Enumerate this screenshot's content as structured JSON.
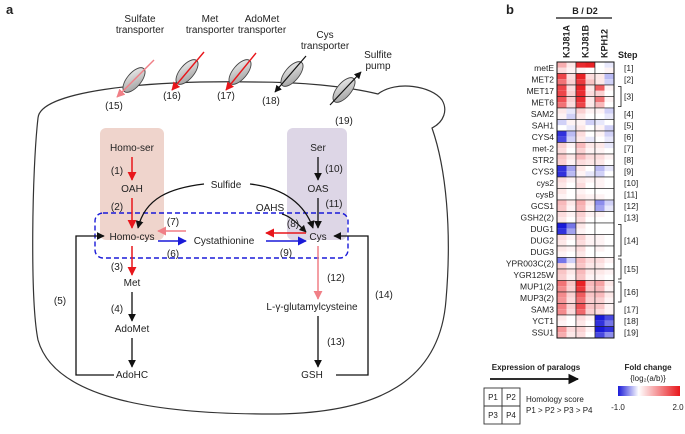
{
  "panels": {
    "a": "a",
    "b": "b"
  },
  "transporters": {
    "sulfate": {
      "line1": "Sulfate",
      "line2": "transporter",
      "step": "(15)"
    },
    "met": {
      "line1": "Met",
      "line2": "transporter",
      "step": "(16)"
    },
    "adomet": {
      "line1": "AdoMet",
      "line2": "transporter",
      "step": "(17)"
    },
    "cys": {
      "line1": "Cys",
      "line2": "transporter",
      "step": "(18)"
    },
    "sulfite": {
      "line1": "Sulfite",
      "line2": "pump",
      "step": "(19)"
    }
  },
  "metabolites": {
    "homoser": "Homo-ser",
    "oah": "OAH",
    "homocys": "Homo-cys",
    "met": "Met",
    "adomet": "AdoMet",
    "adohc": "AdoHC",
    "ser": "Ser",
    "oas": "OAS",
    "cys": "Cys",
    "sulfide": "Sulfide",
    "oahs": "OAHS",
    "cystathionine": "Cystathionine",
    "glutamylcys": "L-γ-glutamylcysteine",
    "gsh": "GSH"
  },
  "steps": {
    "s1": "(1)",
    "s2": "(2)",
    "s3": "(3)",
    "s4": "(4)",
    "s5": "(5)",
    "s6": "(6)",
    "s7": "(7)",
    "s8": "(8)",
    "s9": "(9)",
    "s10": "(10)",
    "s11": "(11)",
    "s12": "(12)",
    "s13": "(13)",
    "s14": "(14)"
  },
  "heatmap": {
    "group_label": "B / D2",
    "strains": [
      "KJJ81A",
      "KJJ81B",
      "KPH12"
    ],
    "step_header": "Step",
    "rows": [
      {
        "gene": "metE",
        "cells": [
          [
            0.7,
            0.2,
            0.3,
            0.1
          ],
          [
            1.8,
            1.9,
            0.1,
            0.0
          ],
          [
            0.0,
            -0.1,
            0.0,
            0.1
          ]
        ]
      },
      {
        "gene": "MET2",
        "cells": [
          [
            1.6,
            0.3,
            1.2,
            0.4
          ],
          [
            1.9,
            0.3,
            1.7,
            0.5
          ],
          [
            0.2,
            -0.3,
            0.2,
            -0.2
          ]
        ]
      },
      {
        "gene": "MET17",
        "cells": [
          [
            1.6,
            0.3,
            1.6,
            0.4
          ],
          [
            1.9,
            0.2,
            1.8,
            0.3
          ],
          [
            1.4,
            0.1,
            0.4,
            0.0
          ]
        ]
      },
      {
        "gene": "MET6",
        "cells": [
          [
            1.5,
            0.4,
            1.2,
            0.3
          ],
          [
            1.8,
            0.2,
            1.6,
            0.2
          ],
          [
            1.2,
            0.1,
            0.6,
            0.0
          ]
        ]
      },
      {
        "gene": "SAM2",
        "cells": [
          [
            0.2,
            -0.1,
            0.1,
            -0.2
          ],
          [
            0.4,
            0.1,
            0.2,
            0.0
          ],
          [
            0.1,
            -0.2,
            0.0,
            -0.1
          ]
        ]
      },
      {
        "gene": "SAH1",
        "cells": [
          [
            -0.2,
            0.1,
            0.0,
            -0.1
          ],
          [
            0.1,
            -0.2,
            0.2,
            0.0
          ],
          [
            -0.1,
            0.0,
            0.1,
            -0.2
          ]
        ]
      },
      {
        "gene": "CYS4",
        "cells": [
          [
            -0.9,
            -0.3,
            -0.8,
            -0.2
          ],
          [
            0.3,
            0.0,
            0.2,
            -0.1
          ],
          [
            0.1,
            -0.2,
            0.0,
            -0.1
          ]
        ]
      },
      {
        "gene": "met-2",
        "cells": [
          [
            0.4,
            0.1,
            0.3,
            0.0
          ],
          [
            0.6,
            0.2,
            0.4,
            0.1
          ],
          [
            0.2,
            -0.1,
            0.1,
            0.0
          ]
        ]
      },
      {
        "gene": "STR2",
        "cells": [
          [
            0.5,
            0.2,
            0.4,
            0.1
          ],
          [
            0.6,
            0.3,
            0.3,
            0.2
          ],
          [
            0.3,
            0.1,
            0.2,
            0.0
          ]
        ]
      },
      {
        "gene": "CYS3",
        "cells": [
          [
            -0.9,
            -0.4,
            -0.9,
            -0.3
          ],
          [
            0.2,
            0.0,
            0.1,
            -0.1
          ],
          [
            -0.3,
            -0.1,
            -0.2,
            0.0
          ]
        ]
      },
      {
        "gene": "cys2",
        "cells": [
          [
            0.3,
            0.1,
            0.2,
            0.0
          ],
          [
            0.2,
            0.1,
            0.3,
            0.0
          ],
          [
            0.1,
            0.0,
            0.1,
            0.0
          ]
        ]
      },
      {
        "gene": "cysB",
        "cells": [
          [
            0.2,
            0.0,
            0.1,
            0.0
          ],
          [
            0.1,
            0.0,
            0.2,
            0.1
          ],
          [
            0.0,
            0.0,
            0.1,
            0.0
          ]
        ]
      },
      {
        "gene": "GCS1",
        "cells": [
          [
            0.6,
            0.2,
            0.5,
            0.1
          ],
          [
            0.7,
            0.2,
            0.6,
            0.1
          ],
          [
            -0.5,
            -0.2,
            -0.4,
            -0.1
          ]
        ]
      },
      {
        "gene": "GSH2(2)",
        "cells": [
          [
            0.3,
            0.1,
            0.2,
            0.0
          ],
          [
            0.4,
            0.1,
            0.3,
            0.0
          ],
          [
            0.1,
            0.0,
            0.0,
            0.0
          ]
        ]
      },
      {
        "gene": "DUG1",
        "cells": [
          [
            -1.0,
            -0.6,
            -0.9,
            -0.4
          ],
          [
            0.2,
            0.0,
            0.1,
            0.0
          ],
          [
            0.0,
            0.0,
            0.0,
            0.0
          ]
        ]
      },
      {
        "gene": "DUG2",
        "cells": [
          [
            0.3,
            0.1,
            0.2,
            0.0
          ],
          [
            0.4,
            0.1,
            0.3,
            0.1
          ],
          [
            0.1,
            0.0,
            0.1,
            0.0
          ]
        ]
      },
      {
        "gene": "DUG3",
        "cells": [
          [
            0.2,
            0.1,
            0.1,
            0.0
          ],
          [
            0.3,
            0.0,
            0.2,
            0.0
          ],
          [
            0.1,
            0.0,
            0.0,
            0.0
          ]
        ]
      },
      {
        "gene": "YPR003C(2)",
        "cells": [
          [
            -0.6,
            -0.2,
            0.4,
            0.1
          ],
          [
            0.6,
            0.3,
            0.5,
            0.2
          ],
          [
            0.3,
            0.1,
            0.2,
            0.0
          ]
        ]
      },
      {
        "gene": "YGR125W",
        "cells": [
          [
            0.5,
            0.2,
            0.4,
            0.1
          ],
          [
            0.6,
            0.2,
            0.5,
            0.1
          ],
          [
            0.2,
            0.1,
            0.1,
            0.0
          ]
        ]
      },
      {
        "gene": "MUP1(2)",
        "cells": [
          [
            1.2,
            0.5,
            1.0,
            0.4
          ],
          [
            1.9,
            0.6,
            1.7,
            0.5
          ],
          [
            0.8,
            0.2,
            0.6,
            0.1
          ]
        ]
      },
      {
        "gene": "MUP3(2)",
        "cells": [
          [
            1.0,
            0.4,
            0.9,
            0.3
          ],
          [
            1.4,
            0.5,
            1.2,
            0.4
          ],
          [
            0.6,
            0.2,
            0.4,
            0.1
          ]
        ]
      },
      {
        "gene": "SAM3",
        "cells": [
          [
            1.1,
            0.4,
            1.0,
            0.3
          ],
          [
            1.5,
            0.5,
            1.3,
            0.4
          ],
          [
            0.5,
            0.1,
            0.3,
            0.1
          ]
        ]
      },
      {
        "gene": "YCT1",
        "cells": [
          [
            0.2,
            0.0,
            0.1,
            0.0
          ],
          [
            0.3,
            0.1,
            0.2,
            0.0
          ],
          [
            -1.0,
            -0.8,
            -0.9,
            -0.6
          ]
        ]
      },
      {
        "gene": "SSU1",
        "cells": [
          [
            0.9,
            0.3,
            0.7,
            0.2
          ],
          [
            0.4,
            0.1,
            0.3,
            0.0
          ],
          [
            -1.0,
            -0.9,
            -0.8,
            -0.5
          ]
        ]
      }
    ],
    "brackets": [
      {
        "label": "[1]",
        "from": 0,
        "to": 0
      },
      {
        "label": "[2]",
        "from": 1,
        "to": 1
      },
      {
        "label": "[3]",
        "from": 2,
        "to": 3
      },
      {
        "label": "[4]",
        "from": 4,
        "to": 4
      },
      {
        "label": "[5]",
        "from": 5,
        "to": 5
      },
      {
        "label": "[6]",
        "from": 6,
        "to": 6
      },
      {
        "label": "[7]",
        "from": 7,
        "to": 7
      },
      {
        "label": "[8]",
        "from": 8,
        "to": 8
      },
      {
        "label": "[9]",
        "from": 9,
        "to": 9
      },
      {
        "label": "[10]",
        "from": 10,
        "to": 10
      },
      {
        "label": "[11]",
        "from": 11,
        "to": 11
      },
      {
        "label": "[12]",
        "from": 12,
        "to": 12
      },
      {
        "label": "[13]",
        "from": 13,
        "to": 13
      },
      {
        "label": "[14]",
        "from": 14,
        "to": 16
      },
      {
        "label": "[15]",
        "from": 17,
        "to": 18
      },
      {
        "label": "[16]",
        "from": 19,
        "to": 20
      },
      {
        "label": "[17]",
        "from": 21,
        "to": 21
      },
      {
        "label": "[18]",
        "from": 22,
        "to": 22
      },
      {
        "label": "[19]",
        "from": 23,
        "to": 23
      }
    ]
  },
  "legend": {
    "paralog_title": "Expression of paralogs",
    "p1": "P1",
    "p2": "P2",
    "p3": "P3",
    "p4": "P4",
    "homology_line1": "Homology score",
    "homology_line2": "P1 > P2 > P3 > P4",
    "fold_title": "Fold change",
    "fold_sub": "{log₂(a/b)}",
    "min_label": "-1.0",
    "max_label": "2.0",
    "min_value": -1.0,
    "max_value": 2.0
  },
  "colors": {
    "red": "#e8161b",
    "pink": "#f07f86",
    "blue": "#1a1ad8",
    "black": "#111111",
    "homoser_box": "#efd4cc",
    "ser_box": "#ddd6e6",
    "dashed_box": "#1a1ad8"
  }
}
